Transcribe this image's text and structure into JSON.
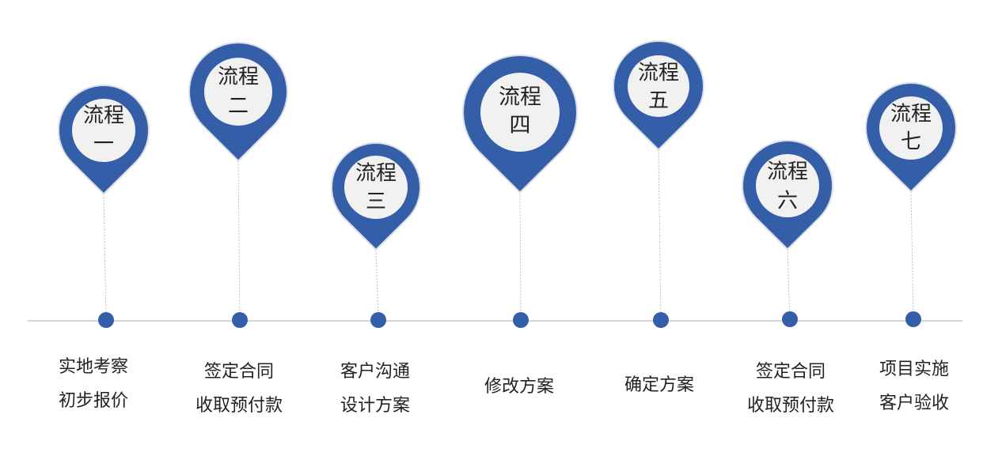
{
  "theme": {
    "pin_color": "#345ea8",
    "pin_inner_color": "#f1f1f1",
    "timeline_color": "#d6d6d6"
  },
  "steps": [
    {
      "title": "流程",
      "number": "一",
      "lines": [
        "实地考察",
        "初步报价"
      ]
    },
    {
      "title": "流程",
      "number": "二",
      "lines": [
        "签定合同",
        "收取预付款"
      ]
    },
    {
      "title": "流程",
      "number": "三",
      "lines": [
        "客户沟通",
        "设计方案"
      ]
    },
    {
      "title": "流程",
      "number": "四",
      "lines": [
        "修改方案"
      ]
    },
    {
      "title": "流程",
      "number": "五",
      "lines": [
        "确定方案"
      ]
    },
    {
      "title": "流程",
      "number": "六",
      "lines": [
        "签定合同",
        "收取预付款"
      ]
    },
    {
      "title": "流程",
      "number": "七",
      "lines": [
        "项目实施",
        "客户验收"
      ]
    }
  ]
}
